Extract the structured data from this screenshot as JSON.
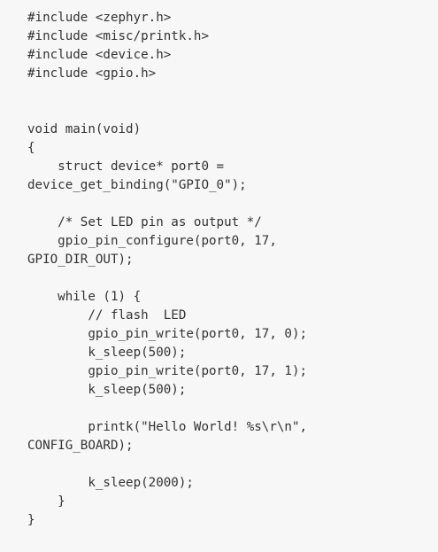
{
  "code": {
    "language": "c",
    "lines": [
      "#include <zephyr.h>",
      "#include <misc/printk.h>",
      "#include <device.h>",
      "#include <gpio.h>",
      "",
      "",
      "void main(void)",
      "{",
      "    struct device* port0 =",
      "device_get_binding(\"GPIO_0\");",
      "",
      "    /* Set LED pin as output */",
      "    gpio_pin_configure(port0, 17,",
      "GPIO_DIR_OUT);",
      "",
      "    while (1) {",
      "        // flash  LED",
      "        gpio_pin_write(port0, 17, 0);",
      "        k_sleep(500);",
      "        gpio_pin_write(port0, 17, 1);",
      "        k_sleep(500);",
      "",
      "        printk(\"Hello World! %s\\r\\n\",",
      "CONFIG_BOARD);",
      "",
      "        k_sleep(2000);",
      "    }",
      "}"
    ]
  }
}
